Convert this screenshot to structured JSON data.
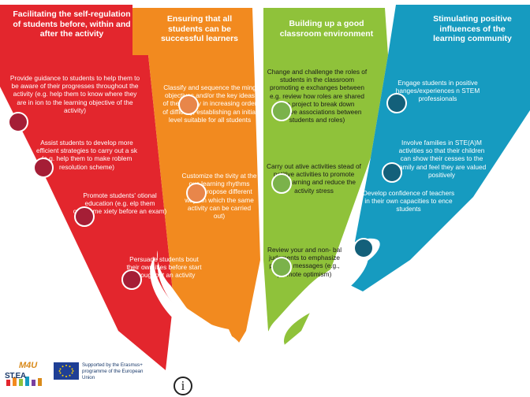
{
  "colors": {
    "red": "#e3262d",
    "orange": "#f28a1f",
    "green": "#8fc23a",
    "blue": "#169bc0"
  },
  "columns": [
    {
      "title": "Facilitating the self-regulation of students before, within and after the activity",
      "items": [
        "Provide guidance to students to help them to be aware of their progresses throughout the activity (e.g. help them to know where they are in ion to the learning objective of the activity)",
        "Assist students to develop more efficient strategies to carry out a sk (e.g. help them to make roblem resolution scheme)",
        "Promote students' otional education (e.g. elp them overcome xiety before an exam)",
        "Persuade students bout their own ities before start throughout an activity"
      ]
    },
    {
      "title": "Ensuring that all students can be successful learners",
      "items": [
        "Classify and sequence the ming objectives and/or the key ideas of the activity in increasing order of difficulty, establishing an initial level suitable for all students",
        "Customize the tivity at the ous learning rhythms (e.g., propose different ways in which the same activity can be carried out)"
      ]
    },
    {
      "title": "Building up a good classroom environment",
      "items": [
        "Change and challenge the roles of students in the classroom promoting e exchanges between e.g. review how roles are shared in a project to break down negative associations between students and roles)",
        "Carry out ative activities stead of petitive activities to promote peer learning and reduce the activity stress",
        "Review your and non- bal judgments to emphasize positive messages (e.g., promote optimism)"
      ]
    },
    {
      "title": "Stimulating positive influences of the learning community",
      "items": [
        "Engage students in positive hanges/experiences n STEM professionals",
        "Involve families in STE(A)M activities so that their children can show their cesses to the family and feel they are valued positively",
        "Develop confidence of teachers in their own capacities to ence students"
      ]
    }
  ],
  "footer": {
    "logo_main": "ST.EA",
    "logo_accent": "M4U",
    "eu_text": "Supported by the Erasmus+ programme of the European Union",
    "info_icon_glyph": "i"
  },
  "icons": [
    "info-icon",
    "eu-flag-icon",
    "steam4u-logo-icon",
    "hand-left-icon",
    "hand-right-icon"
  ]
}
